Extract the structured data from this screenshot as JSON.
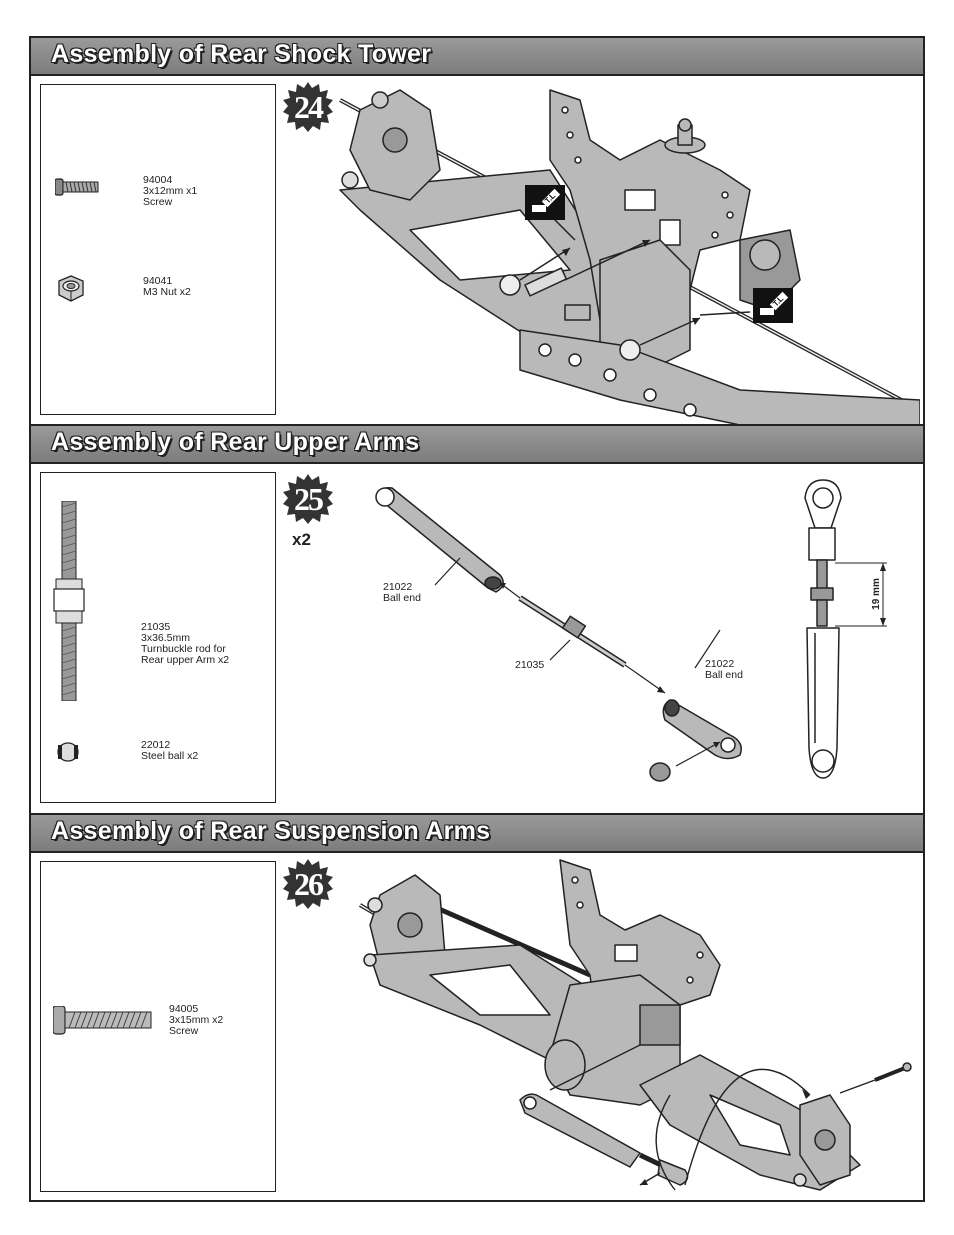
{
  "sections": [
    {
      "title": "Assembly of Rear Shock Tower",
      "step": "24",
      "parts": [
        {
          "code": "94004",
          "size": "3x12mm x1",
          "name": "Screw",
          "icon": "button-head-screw-icon"
        },
        {
          "code": "94041",
          "size": "M3 Nut x2",
          "icon": "lock-nut-icon"
        }
      ]
    },
    {
      "title": "Assembly of Rear Upper Arms",
      "step": "25",
      "multiplier": "x2",
      "parts": [
        {
          "code": "21035",
          "size": "3x36.5mm",
          "name": "Turnbuckle rod for",
          "name2": "Rear upper Arm x2",
          "icon": "turnbuckle-rod-icon"
        },
        {
          "code": "22012",
          "size": "Steel ball x2",
          "icon": "steel-ball-icon"
        }
      ],
      "callouts": {
        "ball_end_top_code": "21022",
        "ball_end_top_name": "Ball end",
        "rod_code": "21035",
        "ball_end_bottom_code": "21022",
        "ball_end_bottom_name": "Ball end",
        "dimension": "19 mm"
      }
    },
    {
      "title": "Assembly of Rear Suspension Arms",
      "step": "26",
      "parts": [
        {
          "code": "94005",
          "size": "3x15mm x2",
          "name": "Screw",
          "icon": "long-screw-icon"
        }
      ]
    }
  ],
  "icons": {
    "threadlock": "thread-lock-icon",
    "threadlock_label": "T.L"
  },
  "colors": {
    "bar": "#858585",
    "ink": "#222222",
    "part": "#b9b9b9"
  }
}
